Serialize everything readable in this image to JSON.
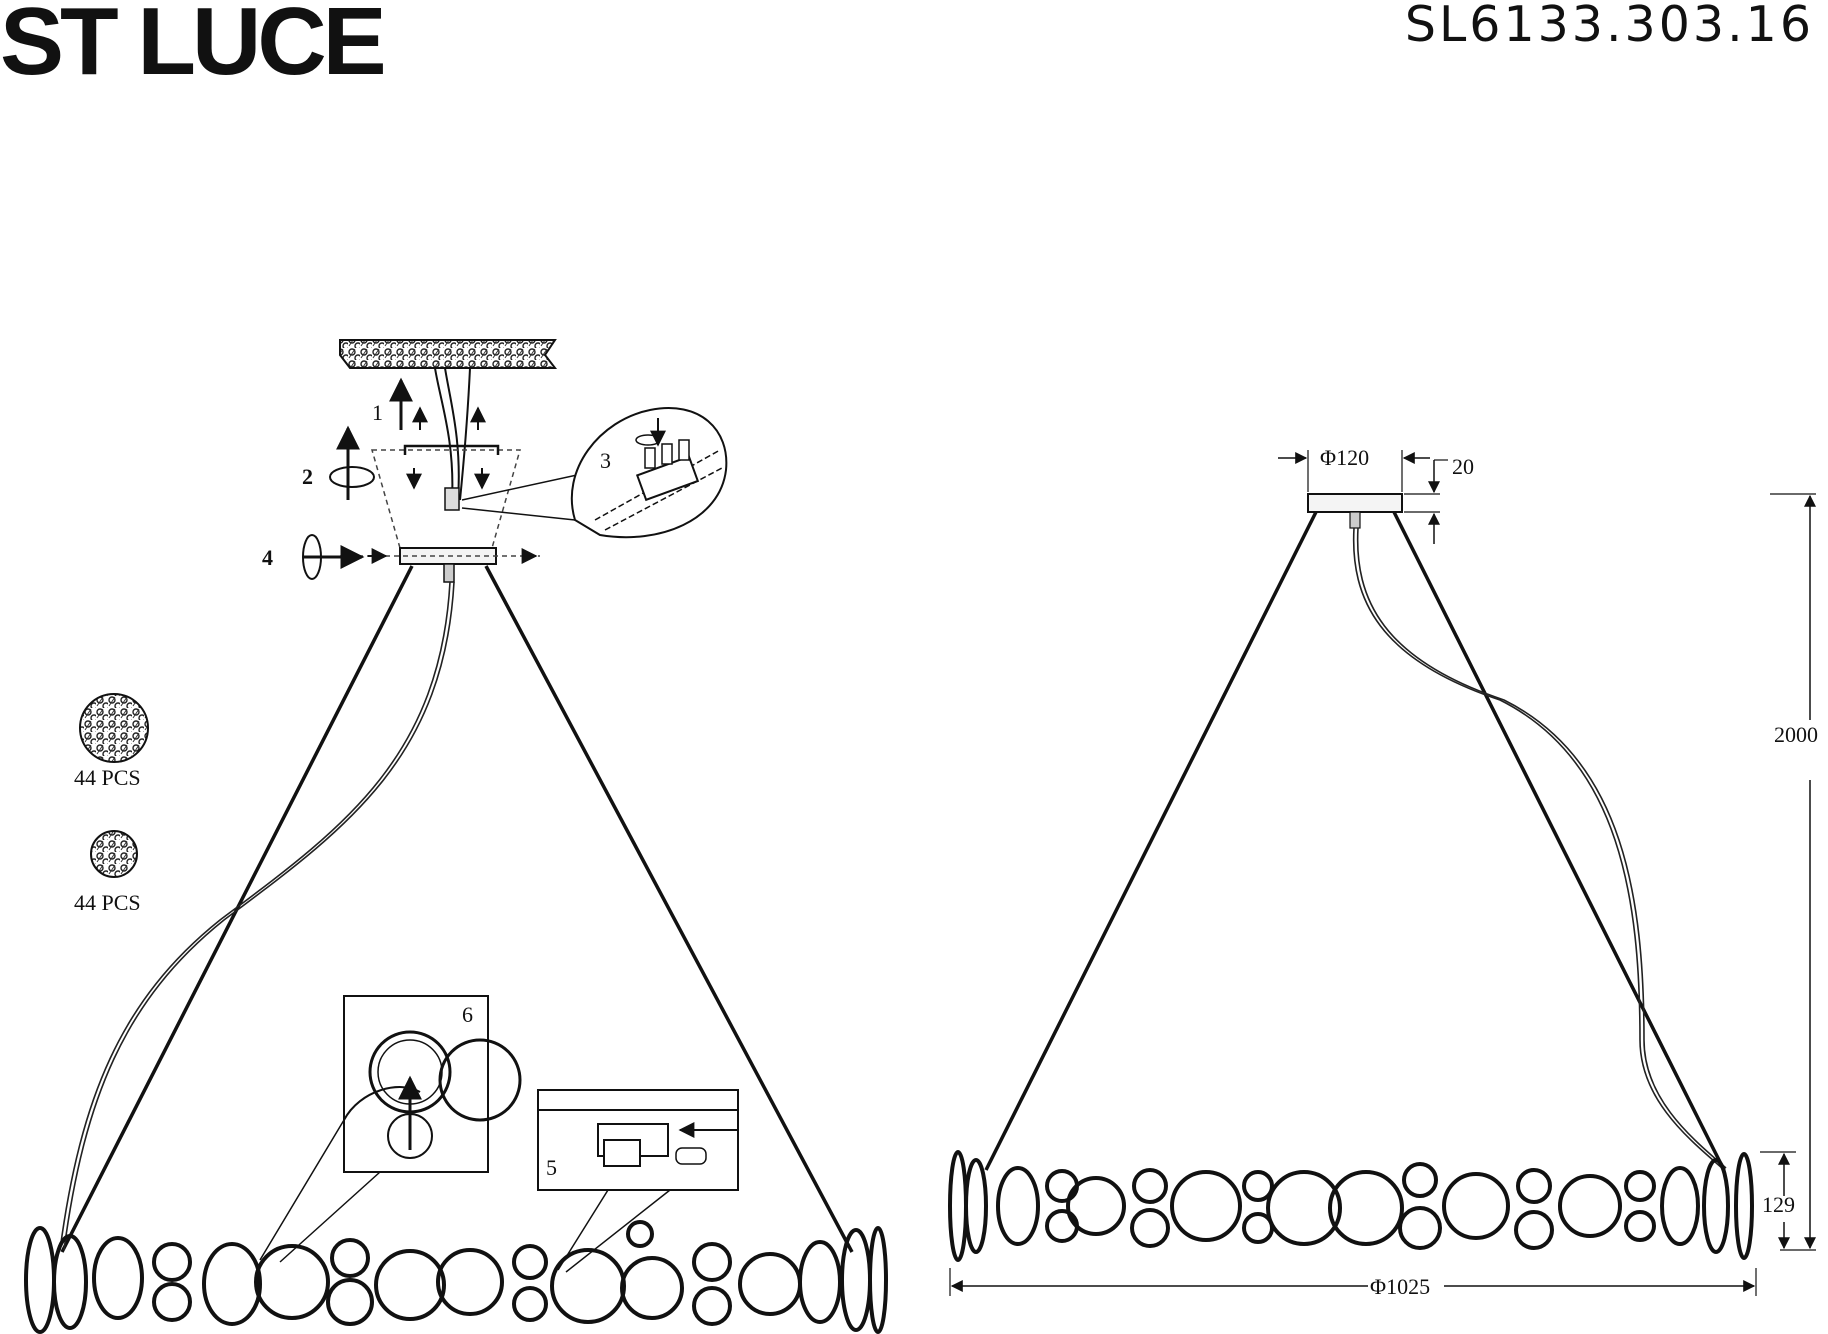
{
  "header": {
    "brand": "ST LUCE",
    "model": "SL6133.303.16"
  },
  "install": {
    "steps": [
      "1",
      "2",
      "3",
      "4",
      "5",
      "6"
    ]
  },
  "parts": [
    {
      "qty": "44 PCS",
      "icon": "large-crystal-ball-icon"
    },
    {
      "qty": "44 PCS",
      "icon": "small-crystal-ball-icon"
    }
  ],
  "dimensions": {
    "canopy_diameter": "Φ120",
    "canopy_height": "20",
    "total_height": "2000",
    "ring_height": "129",
    "ring_diameter": "Φ1025"
  }
}
